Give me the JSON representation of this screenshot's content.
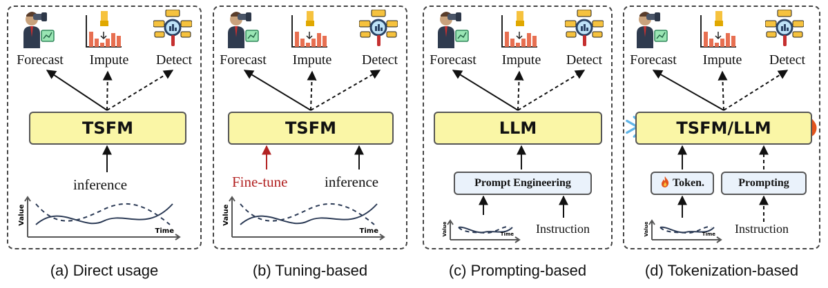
{
  "tasks": {
    "forecast": "Forecast",
    "impute": "Impute",
    "detect": "Detect"
  },
  "panels": [
    {
      "caption": "(a) Direct usage",
      "model": "TSFM",
      "inputs": [
        "inference"
      ]
    },
    {
      "caption": "(b) Tuning-based",
      "model": "TSFM",
      "inputs": [
        "Fine-tune",
        "inference"
      ]
    },
    {
      "caption": "(c) Prompting-based",
      "model": "LLM",
      "module": "Prompt Engineering",
      "inputs": [
        "Instruction"
      ]
    },
    {
      "caption": "(d) Tokenization-based",
      "model": "TSFM/LLM",
      "modules": [
        "Token.",
        "Prompting"
      ],
      "inputs": [
        "Instruction"
      ]
    }
  ],
  "chart": {
    "ylabel": "Value",
    "xlabel": "Time"
  },
  "colors": {
    "model_fill": "#faf6a6",
    "module_fill": "#eaf2fb",
    "finetune_red": "#b22222",
    "curve": "#2b3a55"
  },
  "icons": [
    "analyst-telescope-icon",
    "bar-chart-impute-icon",
    "magnifier-detect-icon",
    "snowflake-icon",
    "fire-icon"
  ]
}
